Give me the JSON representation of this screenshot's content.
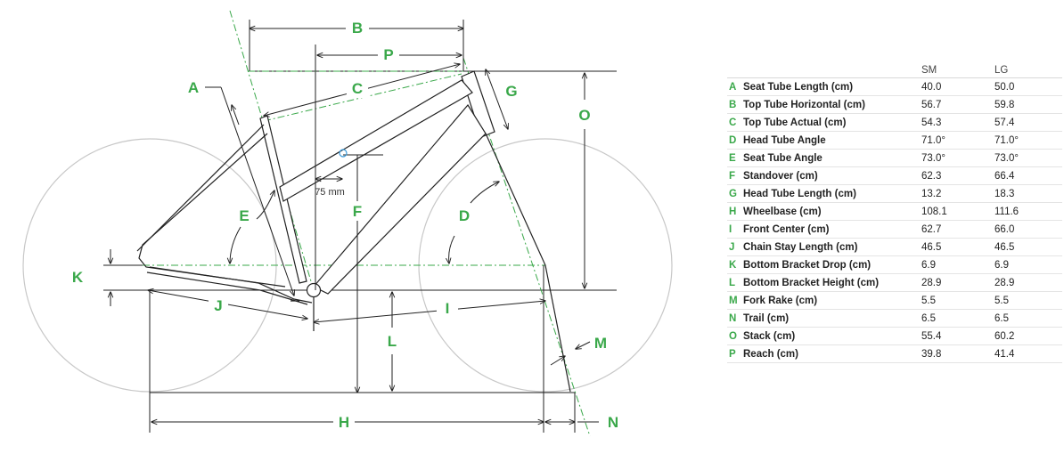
{
  "labels": {
    "A": "A",
    "B": "B",
    "C": "C",
    "D": "D",
    "E": "E",
    "F": "F",
    "G": "G",
    "H": "H",
    "I": "I",
    "J": "J",
    "K": "K",
    "L": "L",
    "M": "M",
    "N": "N",
    "O": "O",
    "P": "P"
  },
  "annotation_75mm": "75 mm",
  "colors": {
    "accent": "#3aa84a",
    "line": "#222222",
    "wheel": "#c8c8c8"
  },
  "table": {
    "headers": [
      "",
      "",
      "SM",
      "LG"
    ],
    "rows": [
      {
        "key": "A",
        "name": "Seat Tube Length (cm)",
        "sm": "40.0",
        "lg": "50.0"
      },
      {
        "key": "B",
        "name": "Top Tube Horizontal (cm)",
        "sm": "56.7",
        "lg": "59.8"
      },
      {
        "key": "C",
        "name": "Top Tube Actual (cm)",
        "sm": "54.3",
        "lg": "57.4"
      },
      {
        "key": "D",
        "name": "Head Tube Angle",
        "sm": "71.0°",
        "lg": "71.0°"
      },
      {
        "key": "E",
        "name": "Seat Tube Angle",
        "sm": "73.0°",
        "lg": "73.0°"
      },
      {
        "key": "F",
        "name": "Standover (cm)",
        "sm": "62.3",
        "lg": "66.4"
      },
      {
        "key": "G",
        "name": "Head Tube Length (cm)",
        "sm": "13.2",
        "lg": "18.3"
      },
      {
        "key": "H",
        "name": "Wheelbase (cm)",
        "sm": "108.1",
        "lg": "111.6"
      },
      {
        "key": "I",
        "name": "Front Center (cm)",
        "sm": "62.7",
        "lg": "66.0"
      },
      {
        "key": "J",
        "name": "Chain Stay Length (cm)",
        "sm": "46.5",
        "lg": "46.5"
      },
      {
        "key": "K",
        "name": "Bottom Bracket Drop (cm)",
        "sm": "6.9",
        "lg": "6.9"
      },
      {
        "key": "L",
        "name": "Bottom Bracket Height (cm)",
        "sm": "28.9",
        "lg": "28.9"
      },
      {
        "key": "M",
        "name": "Fork Rake (cm)",
        "sm": "5.5",
        "lg": "5.5"
      },
      {
        "key": "N",
        "name": "Trail (cm)",
        "sm": "6.5",
        "lg": "6.5"
      },
      {
        "key": "O",
        "name": "Stack (cm)",
        "sm": "55.4",
        "lg": "60.2"
      },
      {
        "key": "P",
        "name": "Reach (cm)",
        "sm": "39.8",
        "lg": "41.4"
      }
    ]
  }
}
